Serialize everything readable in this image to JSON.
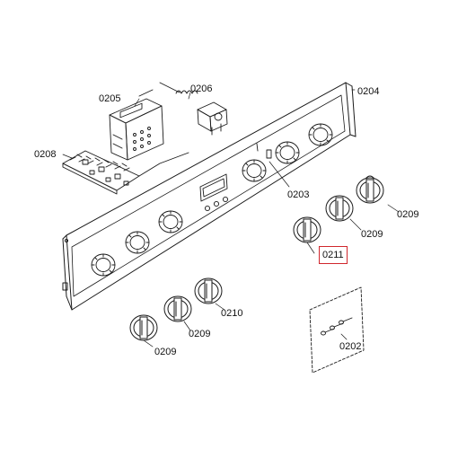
{
  "colors": {
    "stroke": "#1a1a1a",
    "highlight": "#d0272d"
  },
  "callouts": {
    "c0204": "0204",
    "c0205": "0205",
    "c0206": "0206",
    "c0208": "0208",
    "c0203": "0203",
    "c0209_top": "0209",
    "c0209_mid": "0209",
    "c0211": "0211",
    "c0210": "0210",
    "c0209_low": "0209",
    "c0209_bottom": "0209",
    "c0202": "0202"
  },
  "highlighted_callout": "0211"
}
